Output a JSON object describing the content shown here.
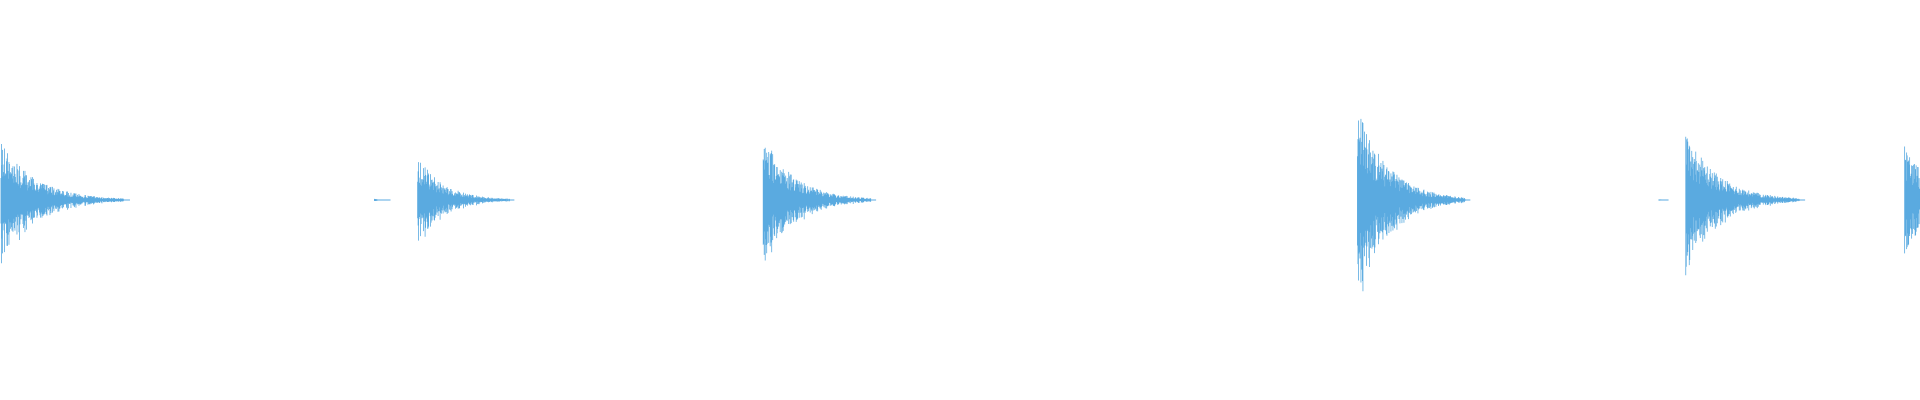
{
  "waveform": {
    "color": "#5aaae0",
    "duration_s": 1.0,
    "amplitude_range": [
      -1,
      1
    ],
    "hits": [
      {
        "t": 0.0005,
        "peak": 0.42,
        "decay": 0.04
      },
      {
        "t": 0.2175,
        "peak": 0.32,
        "decay": 0.03
      },
      {
        "t": 0.3975,
        "peak": 0.48,
        "decay": 0.035
      },
      {
        "t": 0.707,
        "peak": 0.68,
        "decay": 0.035
      },
      {
        "t": 0.878,
        "peak": 0.5,
        "decay": 0.037
      },
      {
        "t": 0.992,
        "peak": 0.4,
        "decay": 0.03
      }
    ],
    "specks": [
      {
        "t": 0.195,
        "peak": 0.01,
        "decay": 0.005
      },
      {
        "t": 0.864,
        "peak": 0.01,
        "decay": 0.003
      }
    ]
  }
}
